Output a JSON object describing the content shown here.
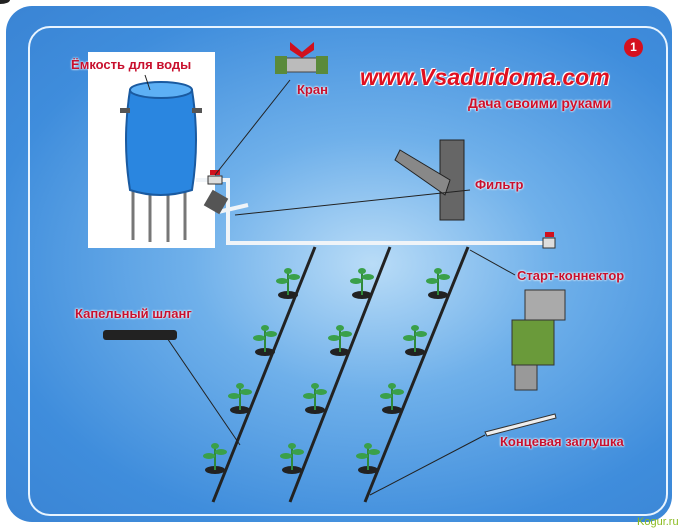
{
  "site": {
    "url": "www.Vsaduidoma.com",
    "tagline": "Дача своими руками",
    "page_number": "1",
    "watermark": "Kogur.ru"
  },
  "labels": {
    "tank": "Ёмкость для воды",
    "tap": "Кран",
    "filter": "Фильтр",
    "start_connector": "Старт-коннектор",
    "drip_hose": "Капельный шланг",
    "end_plug": "Концевая заглушка"
  },
  "colors": {
    "label": "#c8102e",
    "panel": "#3f8ddc",
    "pipe": "#e8eef4",
    "barrel": "#2a86e0"
  }
}
